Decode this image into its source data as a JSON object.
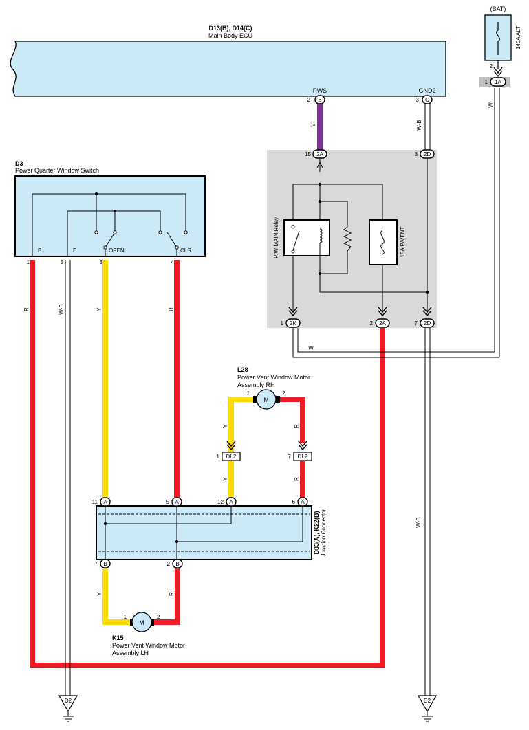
{
  "ecu": {
    "code": "D13(B), D14(C)",
    "name": "Main Body ECU",
    "terminal_pws": "PWS",
    "terminal_gnd2": "GND2"
  },
  "bat": {
    "label": "(BAT)",
    "fuse": "140A ALT",
    "pin_in": "2",
    "conn": "1A",
    "conn_pin": "1"
  },
  "ecu_pins": {
    "pws_pin": "2",
    "pws_conn": "B",
    "gnd_pin": "3",
    "gnd_conn": "C"
  },
  "wire_colors": {
    "purple": "V",
    "white_black": "W-B",
    "white": "W",
    "red": "R",
    "yellow": "Y"
  },
  "relay_box": {
    "top_left": {
      "pin": "15",
      "conn": "2A"
    },
    "top_right": {
      "pin": "8",
      "conn": "2D"
    },
    "relay_label": "P/W MAIN Relay",
    "fuse_label": "15A P/VENT",
    "bottom": [
      {
        "pin": "1",
        "conn": "2K"
      },
      {
        "pin": "2",
        "conn": "2A"
      },
      {
        "pin": "7",
        "conn": "2D"
      }
    ]
  },
  "switch": {
    "code": "D3",
    "name": "Power Quarter Window Switch",
    "terminals": [
      "B",
      "E",
      "OPEN",
      "CLS"
    ],
    "pins": [
      "1",
      "5",
      "3",
      "4"
    ]
  },
  "motor_rh": {
    "code": "L28",
    "name_line1": "Power Vent Window Motor",
    "name_line2": "Assembly RH",
    "symbol": "M",
    "pin1": "1",
    "pin2": "2",
    "conn_left": {
      "pin": "1",
      "conn": "DL2"
    },
    "conn_right": {
      "pin": "7",
      "conn": "DL2"
    }
  },
  "junction": {
    "code": "D83(A), K22(B)",
    "name": "Junction Connector",
    "top_pins": [
      {
        "pin": "11",
        "conn": "A"
      },
      {
        "pin": "5",
        "conn": "A"
      },
      {
        "pin": "12",
        "conn": "A"
      },
      {
        "pin": "6",
        "conn": "A"
      }
    ],
    "bottom_pins": [
      {
        "pin": "7",
        "conn": "B"
      },
      {
        "pin": "2",
        "conn": "B"
      }
    ]
  },
  "motor_lh": {
    "code": "K15",
    "name_line1": "Power Vent Window Motor",
    "name_line2": "Assembly LH",
    "symbol": "M",
    "pin1": "1",
    "pin2": "2"
  },
  "grounds": [
    "D2",
    "D2"
  ],
  "colors": {
    "red": "#ee1c24",
    "yellow": "#ffdd00",
    "purple": "#7b3294",
    "box_fill": "#cce9f7",
    "relay_box_fill": "#d9d9d9"
  }
}
